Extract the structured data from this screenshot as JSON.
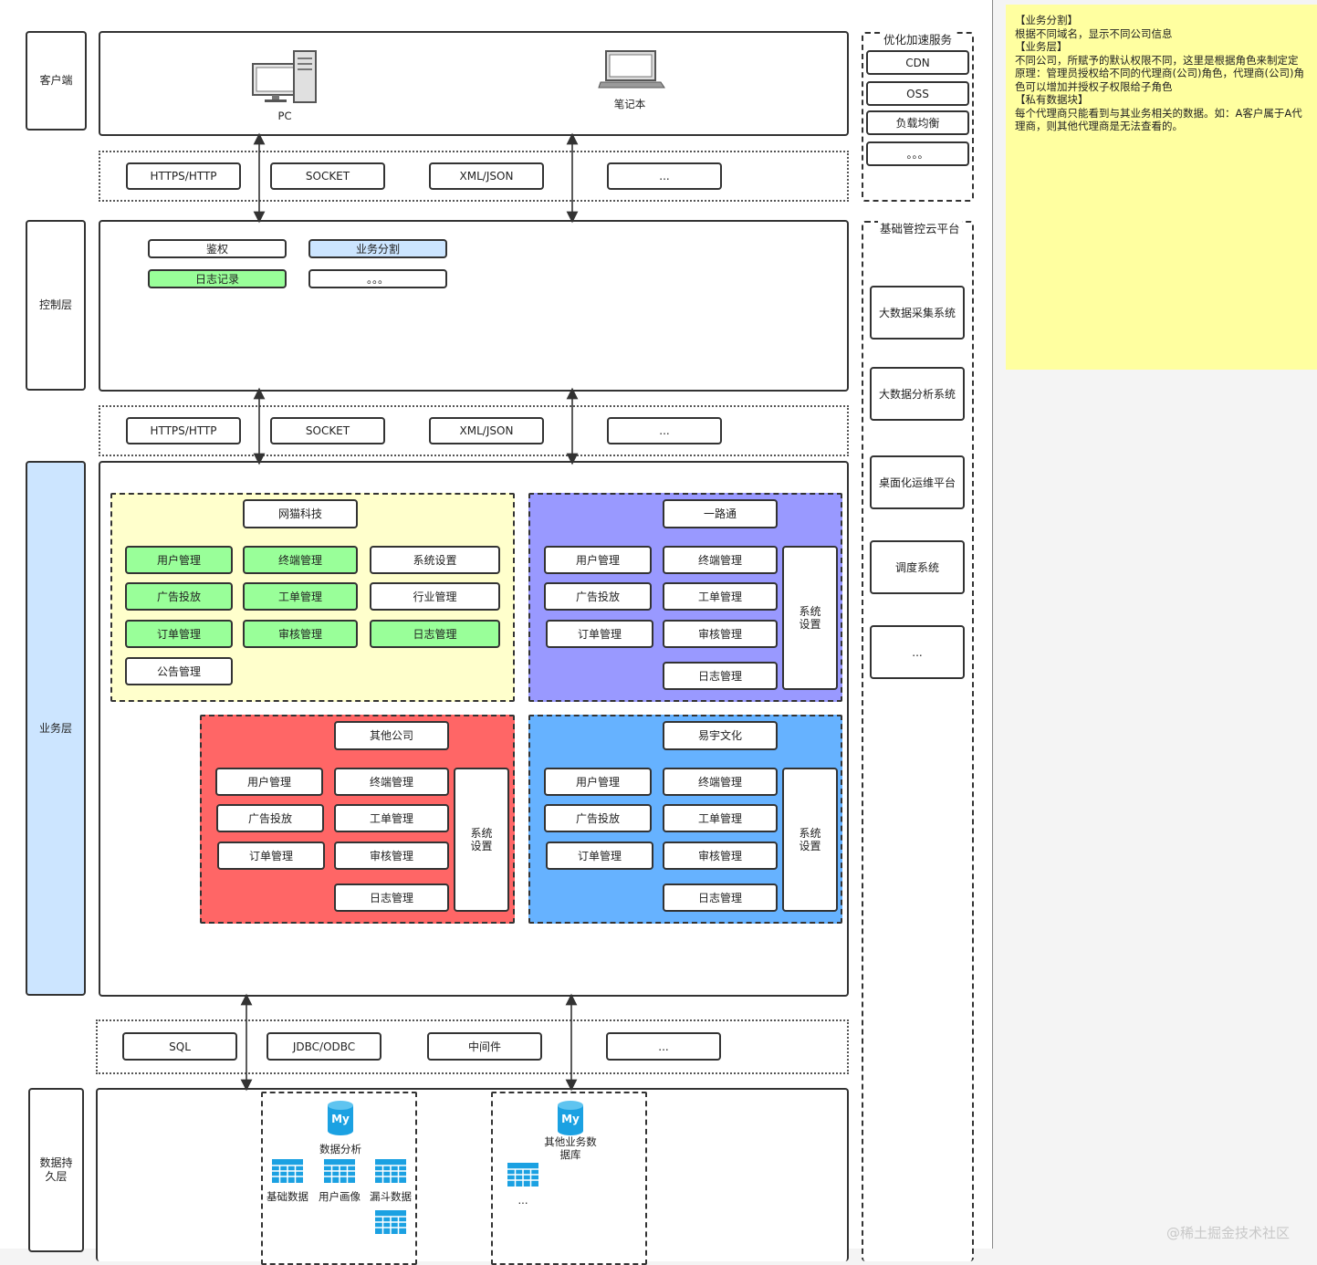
{
  "layers": {
    "client": "客户端",
    "control": "控制层",
    "business": "业务层",
    "persist": "数据持久层"
  },
  "client": {
    "pc": "PC",
    "laptop": "笔记本"
  },
  "protocols": [
    "HTTPS/HTTP",
    "SOCKET",
    "XML/JSON",
    "..."
  ],
  "data_access": [
    "SQL",
    "JDBC/ODBC",
    "中间件",
    "..."
  ],
  "control": {
    "auth": "鉴权",
    "biz_split": "业务分割",
    "log": "日志记录",
    "more": "。。。"
  },
  "companies": {
    "wangmao": {
      "title": "网猫科技",
      "items": [
        "用户管理",
        "终端管理",
        "系统设置",
        "广告投放",
        "工单管理",
        "行业管理",
        "订单管理",
        "审核管理",
        "日志管理",
        "公告管理"
      ]
    },
    "yilutong": {
      "title": "一路通",
      "items": [
        "用户管理",
        "终端管理",
        "广告投放",
        "工单管理",
        "订单管理",
        "审核管理",
        "日志管理"
      ],
      "settings": "系统设置"
    },
    "other": {
      "title": "其他公司",
      "items": [
        "用户管理",
        "终端管理",
        "广告投放",
        "工单管理",
        "订单管理",
        "审核管理",
        "日志管理"
      ],
      "settings": "系统设置"
    },
    "yiyu": {
      "title": "易宇文化",
      "items": [
        "用户管理",
        "终端管理",
        "广告投放",
        "工单管理",
        "订单管理",
        "审核管理",
        "日志管理"
      ],
      "settings": "系统设置"
    }
  },
  "optimize": {
    "title": "优化加速服务",
    "items": [
      "CDN",
      "OSS",
      "负载均衡",
      "。。。"
    ]
  },
  "cloud": {
    "title": "基础管控云平台",
    "items": [
      "大数据采集系统",
      "大数据分析系统",
      "桌面化运维平台",
      "调度系统",
      "..."
    ]
  },
  "persistence": {
    "db1": {
      "icon_text": "My",
      "title": "数据分析",
      "tables": [
        "基础数据",
        "用户画像",
        "漏斗数据"
      ]
    },
    "db2": {
      "icon_text": "My",
      "title": "其他业务数据库",
      "tables": [
        "..."
      ]
    }
  },
  "note": {
    "lines": [
      "【业务分割】",
      "根据不同域名，显示不同公司信息",
      "【业务层】",
      "不同公司，所赋予的默认权限不同，这里是根据角色来制定定原理：管理员授权给不同的代理商(公司)角色，代理商(公司)角色可以增加并授权子权限给子角色",
      "【私有数据块】",
      "每个代理商只能看到与其业务相关的数据。如：A客户属于A代理商，则其他代理商是无法查看的。"
    ]
  },
  "watermark": "@稀土掘金技术社区",
  "colors": {
    "yellow": "#ffffcc",
    "purple": "#9999ff",
    "red": "#ff6666",
    "blue": "#66b2ff",
    "green": "#99ff99",
    "lightblue": "#cce5ff",
    "note": "#ffffa0",
    "mysql": "#1ba1e2"
  }
}
